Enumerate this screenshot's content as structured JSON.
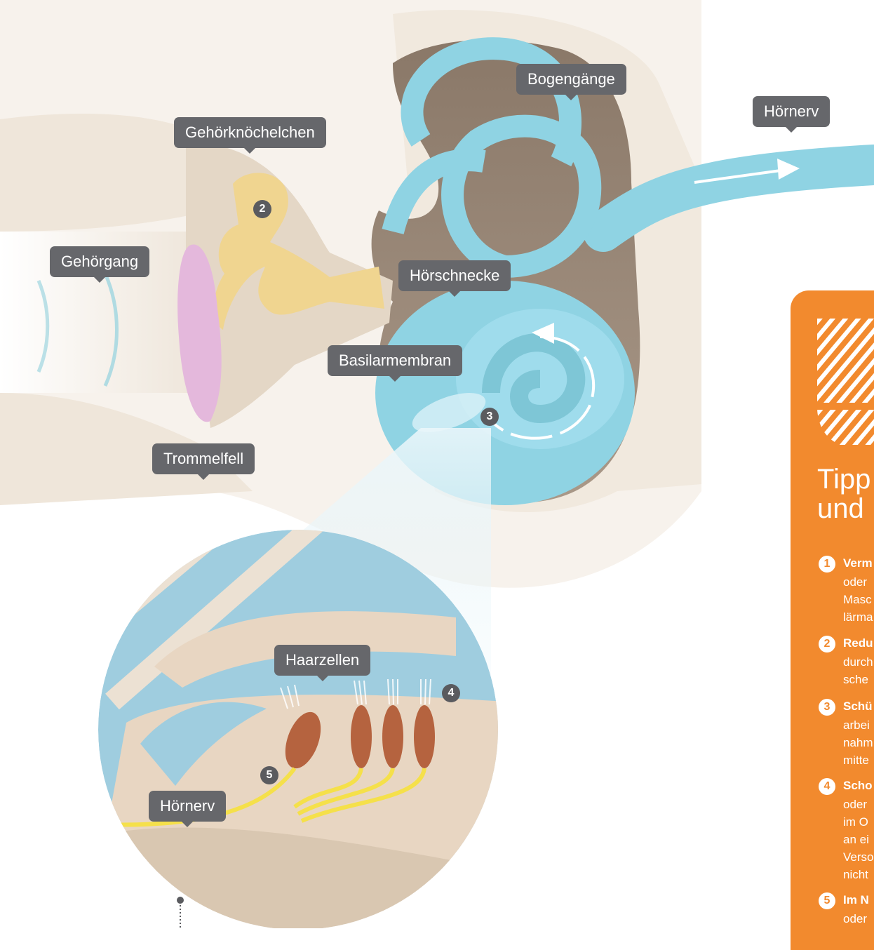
{
  "labels": {
    "bogengaenge": "Bogengänge",
    "hoernerv_top": "Hörnerv",
    "gehoerknoechelchen": "Gehörknöchelchen",
    "gehoergang": "Gehörgang",
    "hoerschnecke": "Hörschnecke",
    "basilarmembran": "Basilarmembran",
    "trommelfell": "Trommelfell",
    "haarzellen": "Haarzellen",
    "hoernerv_zoom": "Hörnerv"
  },
  "markers": {
    "m2": "2",
    "m3": "3",
    "m4": "4",
    "m5": "5"
  },
  "panel": {
    "title_line1": "Tipp",
    "title_line2": "und",
    "tips": [
      {
        "num": "1",
        "head": "Verm",
        "lines": [
          "oder",
          "Masc",
          "lärma"
        ]
      },
      {
        "num": "2",
        "head": "Redu",
        "lines": [
          "durch",
          "sche"
        ]
      },
      {
        "num": "3",
        "head": "Schü",
        "lines": [
          "arbei",
          "nahm",
          "mitte"
        ]
      },
      {
        "num": "4",
        "head": "Scho",
        "lines": [
          "oder",
          "im O",
          "an ei",
          "Verso",
          "nicht"
        ]
      },
      {
        "num": "5",
        "head": "Im N",
        "lines": [
          "oder"
        ]
      }
    ]
  },
  "colors": {
    "accent_orange": "#f28a2e",
    "label_gray": "#66676b",
    "bone_cream": "#ede3d6",
    "inner_ear_blue": "#8fd3e3",
    "ossicle_yellow": "#f0d590",
    "eardrum_pink": "#e4b8dc",
    "zoom_bg_blue": "#9fcddf",
    "hair_cell_brown": "#b5633f",
    "nerve_yellow": "#f5e04a"
  }
}
